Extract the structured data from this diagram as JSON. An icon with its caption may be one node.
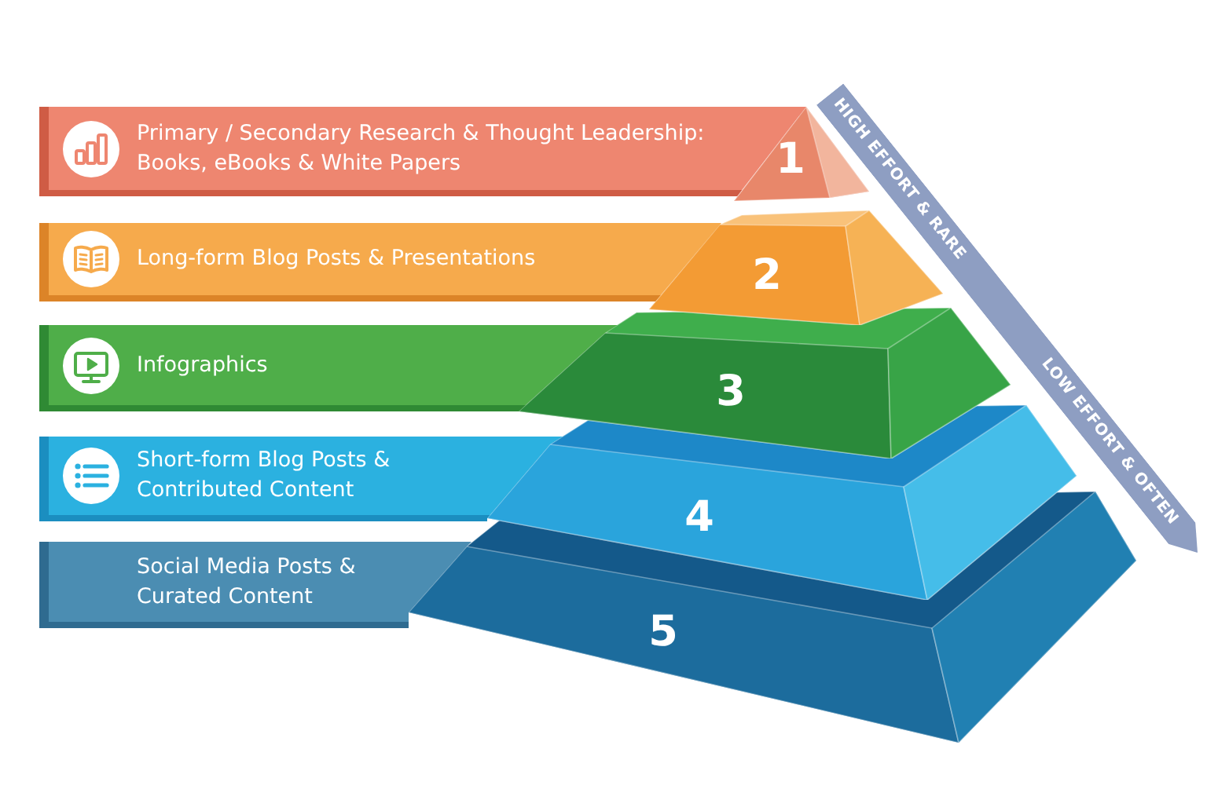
{
  "diagram": {
    "nodes": [
      {
        "text": [
          "Primary / Secondary Research & Thought Leadership: Books, eBooks & White Papers"
        ]
      },
      {
        "text": [
          "1"
        ]
      },
      {
        "text": [
          "Long-form Blog Posts & Presentations"
        ]
      },
      {
        "text": [
          "2"
        ]
      },
      {
        "text": [
          "Infographics"
        ]
      },
      {
        "text": [
          "3"
        ]
      },
      {
        "text": [
          "Short-form Blog Posts & Contributed Content"
        ]
      },
      {
        "text": [
          "4"
        ]
      },
      {
        "text": [
          "Social Media Posts & Curated Content"
        ]
      },
      {
        "text": [
          "5"
        ]
      }
    ],
    "labels": [
      "HIGH EFFORT & RARE",
      "LOW EFFORT & OFTEN"
    ]
  }
}
